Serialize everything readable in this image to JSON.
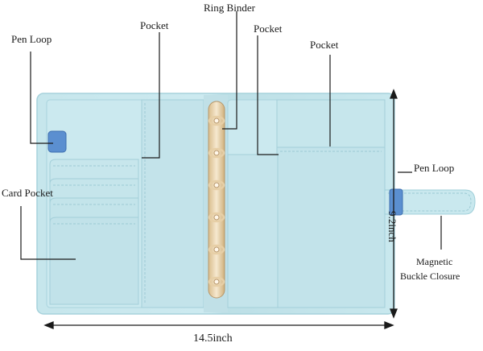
{
  "labels": {
    "pen_loop_left": "Pen Loop",
    "pocket_left": "Pocket",
    "ring_binder": "Ring Binder",
    "pocket_middle": "Pocket",
    "pocket_right": "Pocket",
    "card_pocket": "Card Pocket",
    "pen_loop_right": "Pen Loop",
    "magnetic_line1": "Magnetic",
    "magnetic_line2": "Buckle Closure",
    "width_dimension": "14.5inch",
    "height_dimension": "9.2inch"
  },
  "colors": {
    "cover": "#c9e8ee",
    "cover_edge": "#9fcfd9",
    "stitch": "#9ccad4",
    "pen_loop": "#5b8fd0",
    "rings": "#e7cfa6",
    "ring_spine": "#f1e0c2",
    "line": "#1a1a1a"
  },
  "ring_count": 6
}
